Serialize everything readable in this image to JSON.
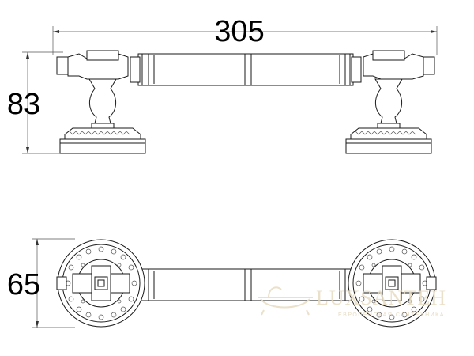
{
  "dimensions": {
    "width_label": "305",
    "height_label": "83",
    "depth_label": "65"
  },
  "watermark": {
    "brand": "LUXSANTEH",
    "tagline": "ЕВРОПЕЙСКАЯ САНТЕХНИКА"
  },
  "colors": {
    "line": "#1a1a1a",
    "watermark": "#e8dcc2"
  }
}
